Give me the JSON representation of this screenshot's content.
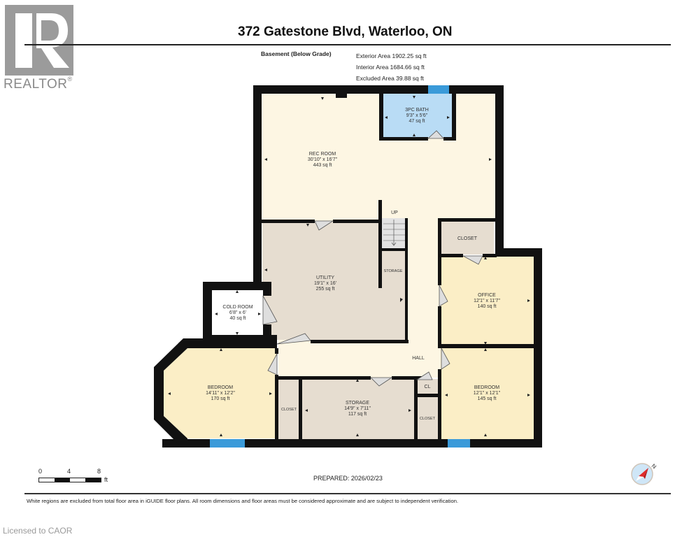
{
  "logo": {
    "brand": "REALTOR",
    "mark": "®",
    "color": "#9b9b9b"
  },
  "header": {
    "title": "372 Gatestone Blvd, Waterloo, ON",
    "level": "Basement (Below Grade)",
    "areas": [
      "Exterior Area 1902.25 sq ft",
      "Interior Area 1684.66 sq ft",
      "Excluded Area 39.88 sq ft"
    ]
  },
  "colors": {
    "wall": "#111111",
    "living": "#fdf6e3",
    "bedroom": "#fbeec6",
    "utility": "#e6ddd0",
    "bath": "#b9dcf5",
    "excluded": "#ffffff",
    "window": "#3a9ad9"
  },
  "rooms": {
    "rec_room": {
      "name": "REC ROOM",
      "dims": "30'10\" x 16'7\"",
      "area": "443 sq ft"
    },
    "bath": {
      "name": "3PC BATH",
      "dims": "9'3\" x 5'6\"",
      "area": "47 sq ft"
    },
    "utility": {
      "name": "UTILITY",
      "dims": "19'1\" x 16'",
      "area": "255 sq ft"
    },
    "storage_small": {
      "name": "STORAGE"
    },
    "stairs": {
      "label": "UP"
    },
    "closet_office": {
      "name": "CLOSET"
    },
    "office": {
      "name": "OFFICE",
      "dims": "12'1\" x 11'7\"",
      "area": "140 sq ft"
    },
    "cold_room": {
      "name": "COLD ROOM",
      "dims": "6'8\" x 6'",
      "area": "40 sq ft"
    },
    "hall": {
      "name": "HALL"
    },
    "bedroom_left": {
      "name": "BEDROOM",
      "dims": "14'11\" x 12'2\"",
      "area": "170 sq ft"
    },
    "closet_left": {
      "name": "CLOSET"
    },
    "storage": {
      "name": "STORAGE",
      "dims": "14'9\" x 7'11\"",
      "area": "117 sq ft"
    },
    "cl": {
      "name": "CL"
    },
    "closet_right": {
      "name": "CLOSET"
    },
    "bedroom_right": {
      "name": "BEDROOM",
      "dims": "12'1\" x 12'1\"",
      "area": "145 sq ft"
    }
  },
  "scale": {
    "ticks": [
      "0",
      "4",
      "8"
    ],
    "unit": "ft"
  },
  "prepared": "PREPARED: 2026/02/23",
  "compass": {
    "north_label": "N"
  },
  "disclaimer": "White regions are excluded from total floor area in iGUIDE floor plans. All room dimensions and floor areas must be considered approximate and are subject to independent verification.",
  "watermark": "Licensed to CAOR"
}
